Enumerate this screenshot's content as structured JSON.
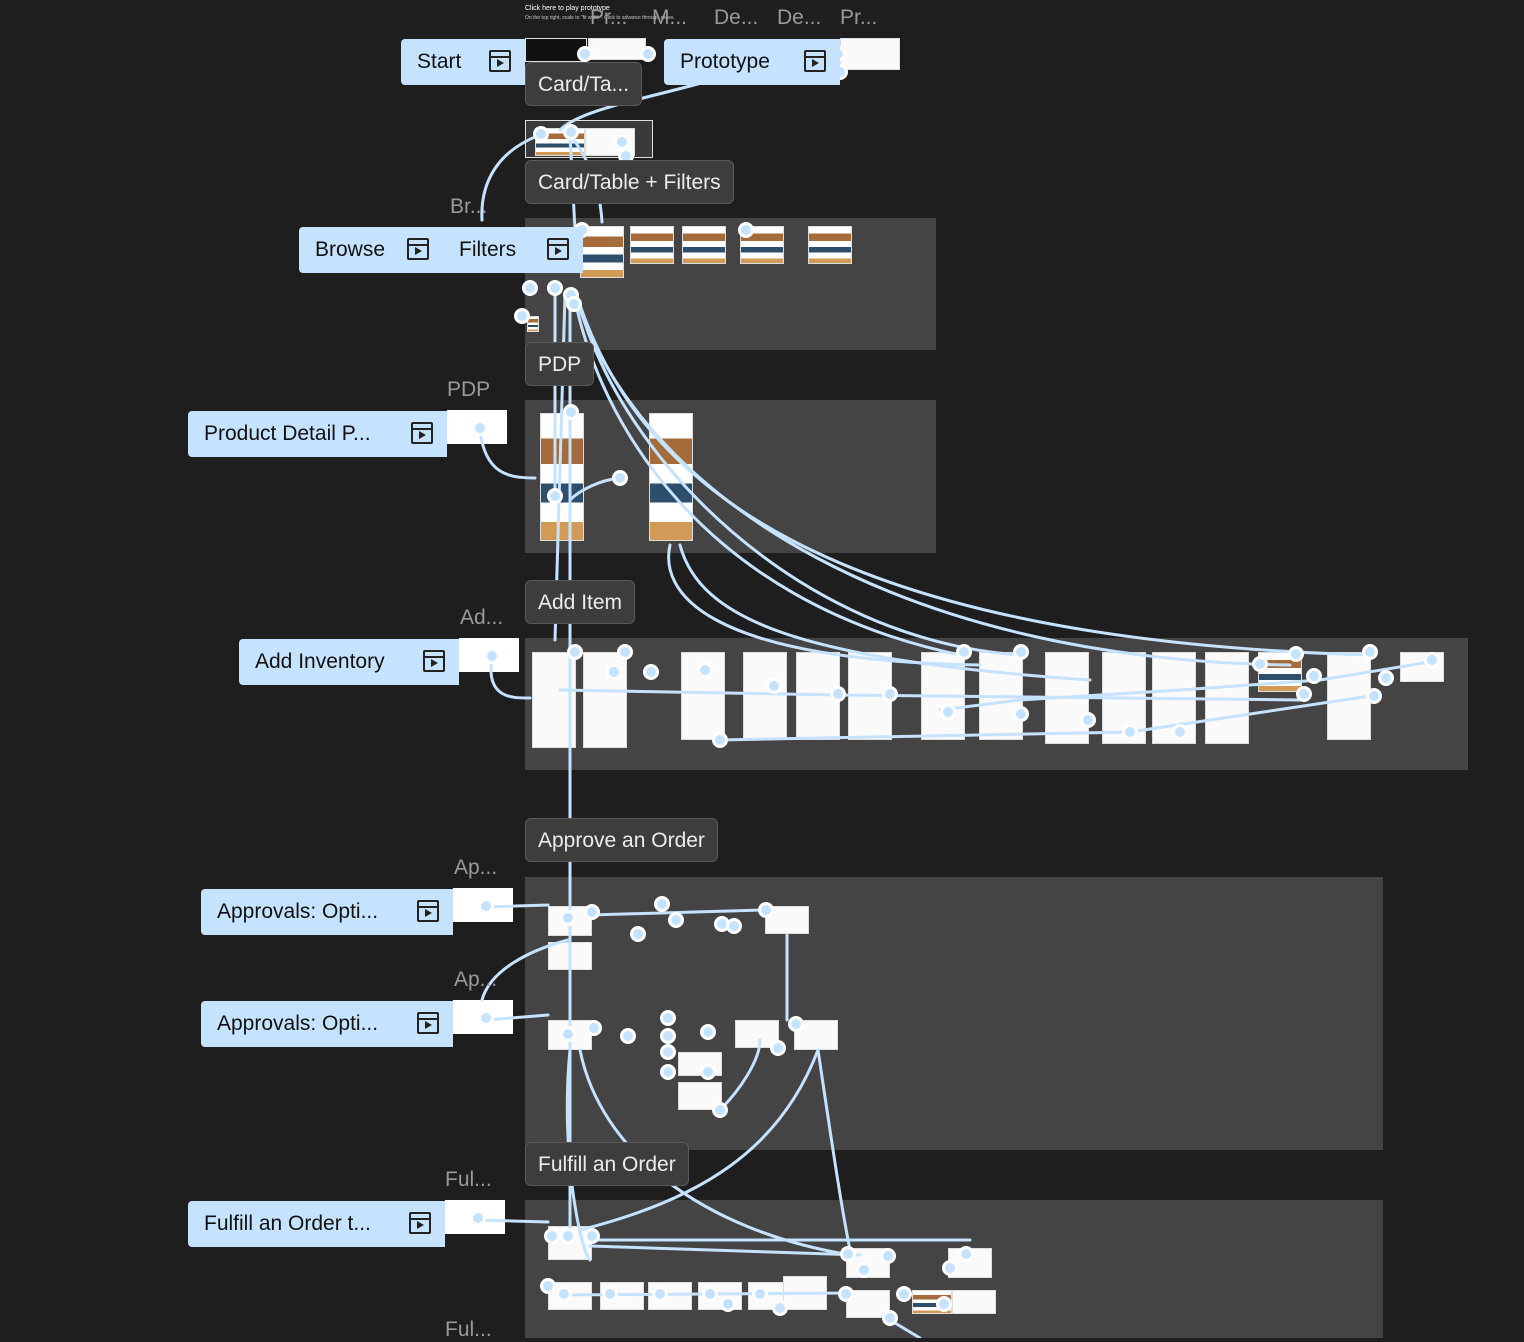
{
  "top_frames": {
    "f1": "Pr...",
    "f2": "M...",
    "f3": "De...",
    "f4": "De...",
    "f5": "Pr..."
  },
  "note": {
    "line1": "Click here to play prototype",
    "line2": "On the top right, scale to \"fit width\". Click to advance through slides."
  },
  "sections": {
    "card_table_short": "Card/Ta...",
    "card_table_filters": "Card/Table + Filters",
    "pdp": "PDP",
    "add_item": "Add Item",
    "approve_order": "Approve an Order",
    "fulfill_order": "Fulfill an Order"
  },
  "flows": {
    "start": "Start",
    "prototype": "Prototype",
    "browse": "Browse",
    "filters": "Filters",
    "product_detail": "Product Detail P...",
    "add_inventory": "Add Inventory",
    "approvals_1": "Approvals: Opti...",
    "approvals_2": "Approvals: Opti...",
    "fulfill": "Fulfill an Order t..."
  },
  "frame_names": {
    "browse": "Br...",
    "pdp": "PDP",
    "add": "Ad...",
    "ap1": "Ap...",
    "ap2": "Ap...",
    "ful1": "Ful...",
    "ful2": "Ful..."
  },
  "colors": {
    "canvas": "#1e1e1e",
    "section": "#444444",
    "connector": "#c5e3ff"
  },
  "icons": {
    "flow_start": "play-prototype-icon",
    "hotspot": "connection-dot-icon"
  }
}
